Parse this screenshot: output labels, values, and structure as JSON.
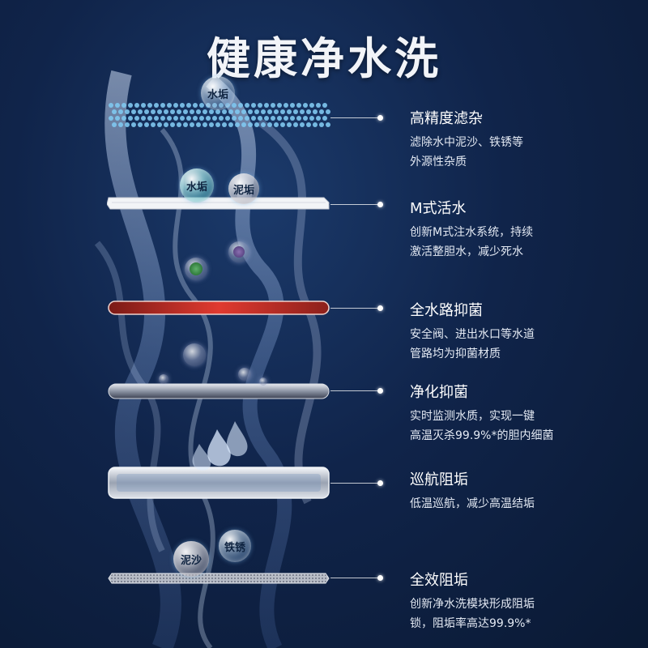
{
  "title": "健康净水洗",
  "bubbles": {
    "top": "水垢",
    "mid_left": "水垢",
    "mid_right": "泥垢",
    "bottom_left": "泥沙",
    "bottom_right": "铁锈"
  },
  "layers": [
    {
      "heading": "高精度滤杂",
      "desc_line1": "滤除水中泥沙、铁锈等",
      "desc_line2": "外源性杂质"
    },
    {
      "heading": "M式活水",
      "desc_line1": "创新M式注水系统，持续",
      "desc_line2": "激活整胆水，减少死水"
    },
    {
      "heading": "全水路抑菌",
      "desc_line1": "安全阀、进出水口等水道",
      "desc_line2": "管路均为抑菌材质"
    },
    {
      "heading": "净化抑菌",
      "desc_line1": "实时监测水质，实现一键",
      "desc_line2": "高温灭杀99.9%*的胆内细菌"
    },
    {
      "heading": "巡航阻垢",
      "desc_line1": "低温巡航，减少高温结垢",
      "desc_line2": ""
    },
    {
      "heading": "全效阻垢",
      "desc_line1": "创新净水洗模块形成阻垢",
      "desc_line2": "锁，阻垢率高达99.9%*"
    }
  ],
  "colors": {
    "background": "#10244a",
    "filter_blue": "#7fc8f0",
    "red_ring": "#c0302a",
    "metal": "#b9bec8"
  }
}
